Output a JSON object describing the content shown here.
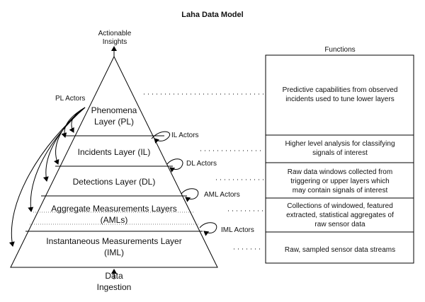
{
  "title": "Laha Data Model",
  "top_label": [
    "Actionable",
    "Insights"
  ],
  "bottom_label": [
    "Data",
    "Ingestion"
  ],
  "pl_actors": "PL Actors",
  "layers": [
    {
      "lines": [
        "Phenomena",
        "Layer (PL)"
      ]
    },
    {
      "lines": [
        "Incidents Layer (IL)"
      ]
    },
    {
      "lines": [
        "Detections Layer (DL)"
      ]
    },
    {
      "lines": [
        "Aggregate Measurements Layers",
        "(AMLs)"
      ]
    },
    {
      "lines": [
        "Instantaneous Measurements Layer",
        "(IML)"
      ]
    }
  ],
  "actors": [
    "IL Actors",
    "DL Actors",
    "AML Actors",
    "IML Actors"
  ],
  "functions_header": "Functions",
  "functions": [
    {
      "lines": [
        "Predictive capabilities from observed",
        "incidents used to tune lower layers"
      ]
    },
    {
      "lines": [
        "Higher level analysis for classifying",
        "signals of interest"
      ]
    },
    {
      "lines": [
        "Raw data windows collected from",
        "triggering or upper layers which",
        "may contain signals of interest"
      ]
    },
    {
      "lines": [
        "Collections of windowed, featured",
        "extracted, statistical aggregates of",
        "raw sensor data"
      ]
    },
    {
      "lines": [
        "Raw, sampled sensor data streams"
      ]
    }
  ]
}
